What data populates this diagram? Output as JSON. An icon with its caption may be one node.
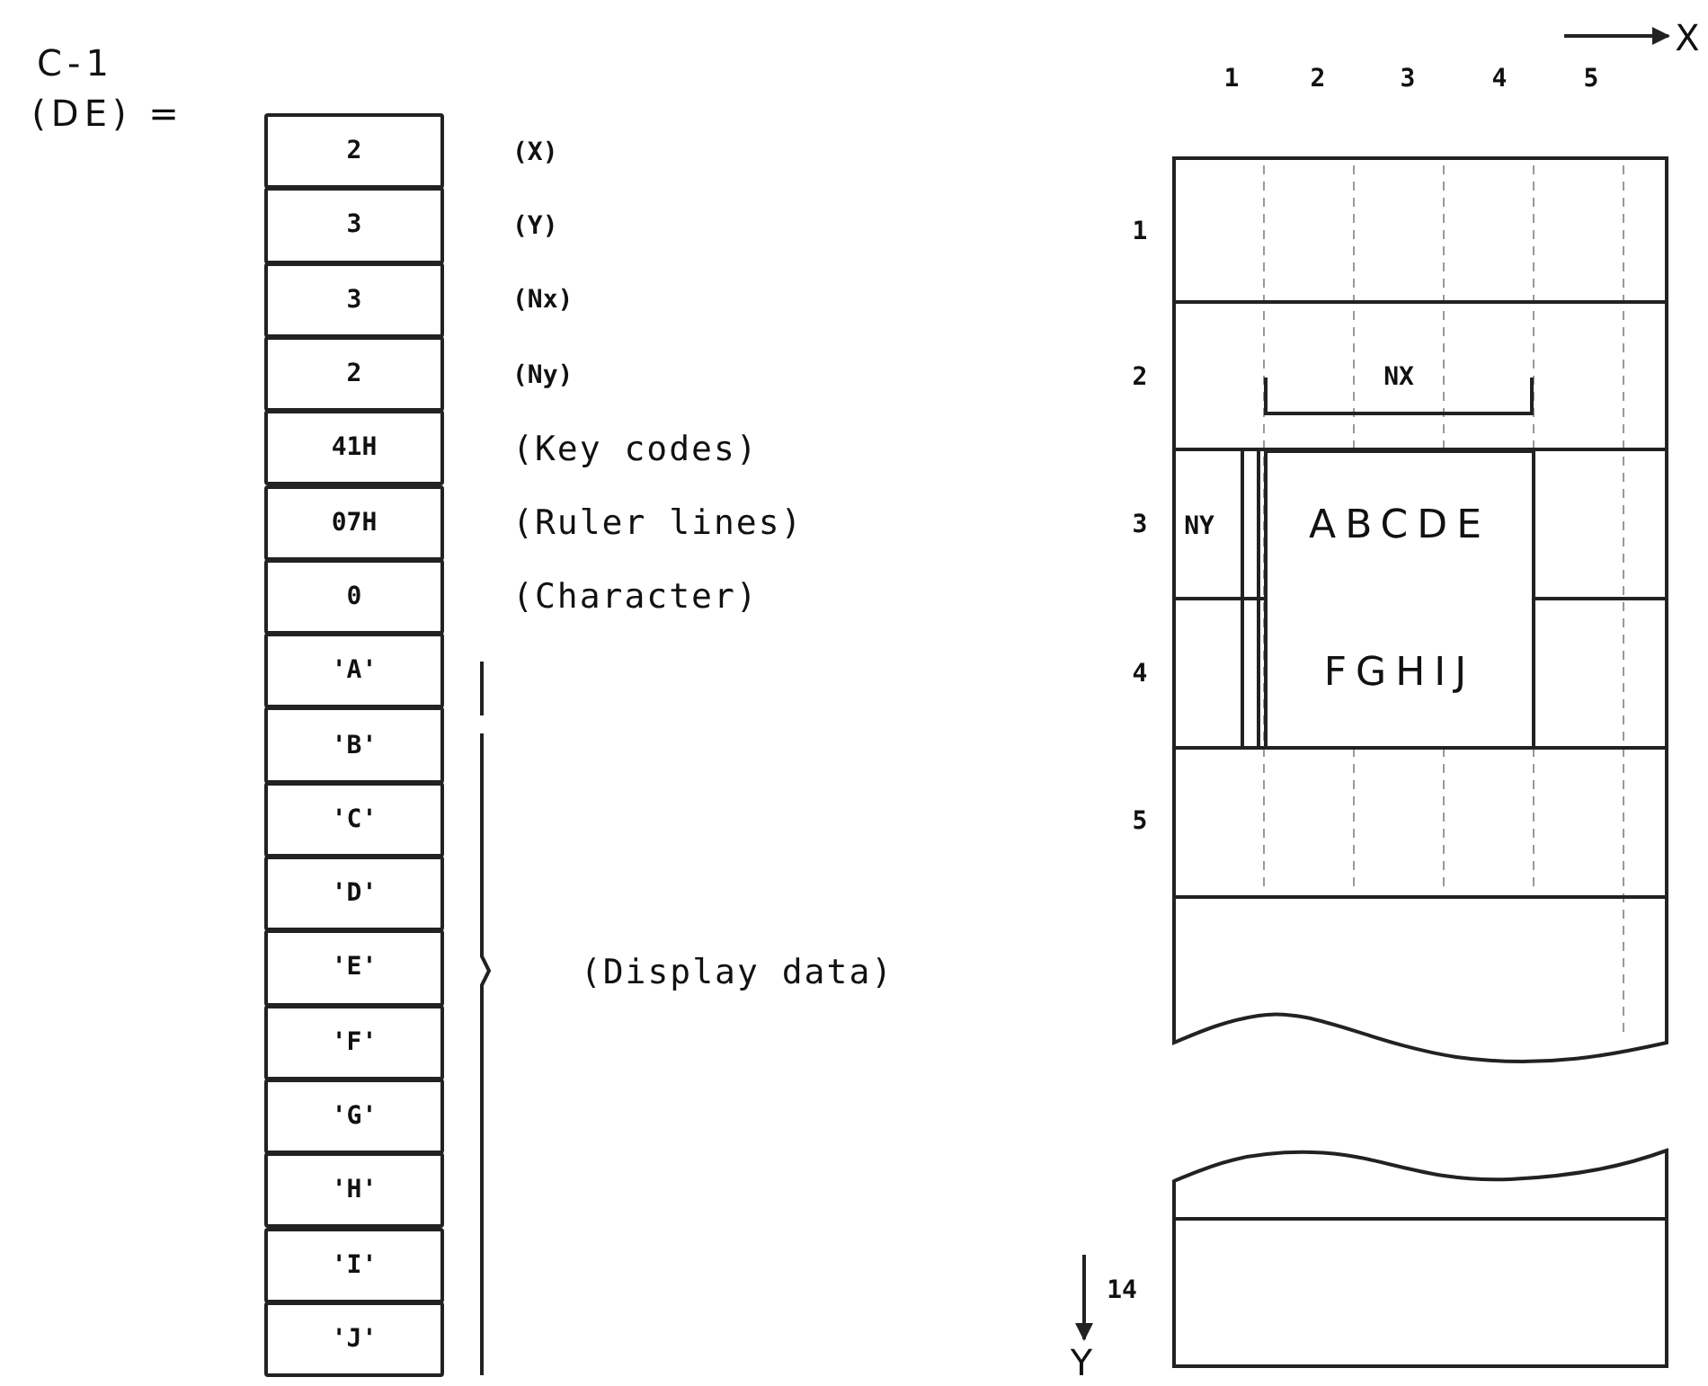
{
  "diagram": {
    "nodes": [
      {
        "text": [
          "2"
        ],
        "beside": [
          "(X)"
        ]
      },
      {
        "text": [
          "3"
        ],
        "beside": [
          "(Y)"
        ]
      },
      {
        "text": [
          "3"
        ],
        "beside": [
          "(Nx)"
        ]
      },
      {
        "text": [
          "2"
        ],
        "beside": [
          "(Ny)"
        ]
      },
      {
        "text": [
          "41H"
        ],
        "beside": [
          "(Key codes)"
        ]
      },
      {
        "text": [
          "07H"
        ],
        "beside": [
          "(Ruler lines)"
        ]
      },
      {
        "text": [
          "0"
        ],
        "beside": [
          "(Character)"
        ]
      },
      {
        "text": [
          "'A'"
        ]
      },
      {
        "text": [
          "'B'"
        ]
      },
      {
        "text": [
          "'C'"
        ]
      },
      {
        "text": [
          "'D'"
        ]
      },
      {
        "text": [
          "'E'"
        ]
      },
      {
        "text": [
          "'F'"
        ]
      },
      {
        "text": [
          "'G'"
        ]
      },
      {
        "text": [
          "'H'"
        ]
      },
      {
        "text": [
          "'I'"
        ]
      },
      {
        "text": [
          "'J'"
        ]
      },
      {
        "text": [
          "ABCDE",
          "FGHIJ"
        ]
      }
    ],
    "labels": [
      "C-1",
      "X",
      "1",
      "2",
      "3",
      "4",
      "5",
      "(DE) =",
      "1",
      "2",
      "3",
      "4",
      "5",
      "NX",
      "NY",
      "(Display data)",
      "14",
      "Y"
    ]
  }
}
